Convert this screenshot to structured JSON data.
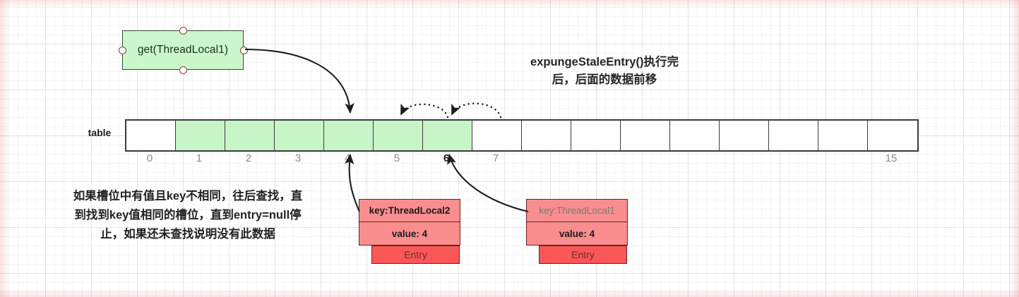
{
  "diagram": {
    "title_line1": "expungeStaleEntry()执行完",
    "title_line2": "后，后面的数据前移",
    "command_box_label": "get(ThreadLocal1)",
    "note_line1": "如果槽位中有值且key不相同，往后查找，直",
    "note_line2": "到找到key值相同的槽位，直到entry=null停",
    "note_line3": "止，如果还未查找说明没有此数据"
  },
  "table": {
    "label": "table",
    "cell_count": 16,
    "filled_indices": [
      1,
      2,
      3,
      4,
      5,
      6
    ],
    "indices": [
      {
        "label": "0",
        "highlight": false
      },
      {
        "label": "1",
        "highlight": false
      },
      {
        "label": "2",
        "highlight": false
      },
      {
        "label": "3",
        "highlight": false
      },
      {
        "label": "4",
        "highlight": false
      },
      {
        "label": "5",
        "highlight": false
      },
      {
        "label": "6",
        "highlight": true
      },
      {
        "label": "7",
        "highlight": false
      },
      {
        "label": "",
        "highlight": false
      },
      {
        "label": "",
        "highlight": false
      },
      {
        "label": "",
        "highlight": false
      },
      {
        "label": "",
        "highlight": false
      },
      {
        "label": "",
        "highlight": false
      },
      {
        "label": "",
        "highlight": false
      },
      {
        "label": "",
        "highlight": false
      },
      {
        "label": "15",
        "highlight": false
      }
    ]
  },
  "entries": [
    {
      "key": "key:ThreadLocal2",
      "value": "value: 4",
      "tag": "Entry",
      "key_emphasis": "bold",
      "points_to_index": 4
    },
    {
      "key": "key:ThreadLocal1",
      "value": "value: 4",
      "tag": "Entry",
      "key_emphasis": "dim",
      "points_to_index": 6
    }
  ],
  "shift_arrows": [
    {
      "from_index": 6,
      "to_index": 5,
      "style": "dotted"
    },
    {
      "from_index": 7,
      "to_index": 6,
      "style": "dotted"
    }
  ],
  "colors": {
    "cell_fill": "#c8f5c8",
    "command_box_fill": "#ccf7cc",
    "entry_fill": "#fa8d8d",
    "entry_tag_fill": "#fb5757",
    "stroke": "#3b3b3b"
  }
}
